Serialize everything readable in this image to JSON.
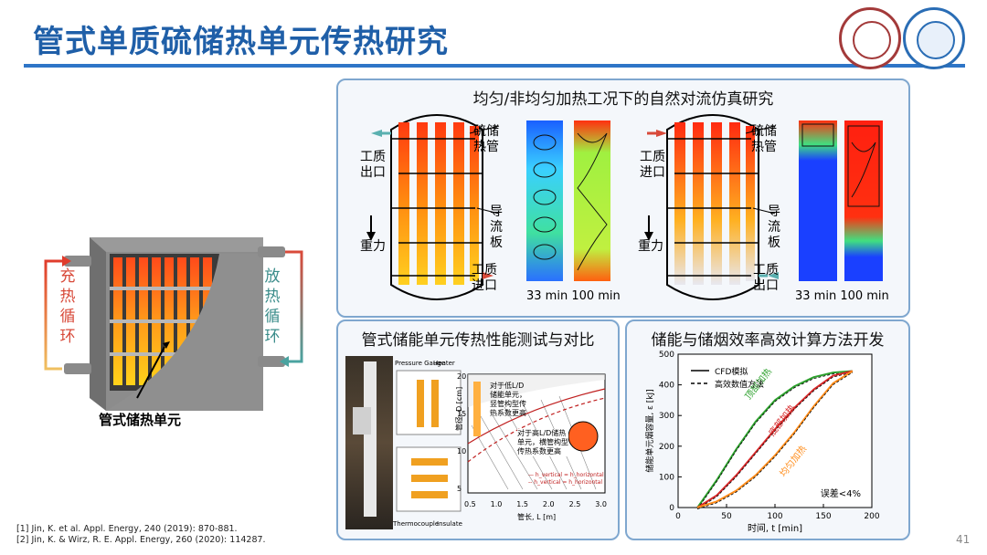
{
  "header": {
    "title": "管式单质硫储热单元传热研究"
  },
  "logos": {
    "left": "peking-university-seal",
    "right": "huazhong-university-logo"
  },
  "device": {
    "charge_label": [
      "充",
      "热",
      "循",
      "环"
    ],
    "discharge_label": [
      "放",
      "热",
      "循",
      "环"
    ],
    "caption": "管式储热单元"
  },
  "panel_sim": {
    "title": "均匀/非均匀加热工况下的自然对流仿真研究",
    "left": {
      "tube": "硫储\n热管",
      "outlet": "工质\n出口",
      "gravity": "重力",
      "baffle": "导\n流\n板",
      "inlet": "工质\n进口",
      "times": "33 min 100 min"
    },
    "right": {
      "tube": "硫储\n热管",
      "inlet": "工质\n进口",
      "gravity": "重力",
      "baffle": "导\n流\n板",
      "outlet": "工质\n出口",
      "times": "33 min 100 min"
    }
  },
  "panel_test": {
    "title": "管式储能单元传热性能测试与对比",
    "pressure_gauge": "Pressure Gauge",
    "heater": "Heater",
    "thermocouple": "Thermocouple",
    "insulate": "Insulate",
    "note1": "对于低L/D\n储能单元，\n竖管构型传\n热系数更高",
    "note2": "对于高L/D储热\n单元，横管构型\n传热系数更高",
    "ylabel": "管径, D [cm]",
    "xlabel": "管长, L [m]",
    "x_ticks": [
      "0.5",
      "1.0",
      "1.5",
      "2.0",
      "2.5",
      "3.0"
    ],
    "y_ticks": [
      "5",
      "10",
      "15",
      "20"
    ],
    "legend": [
      "— h_vertical = h_horizontal",
      "-- h_vertical = h_horizontal"
    ]
  },
  "chart_data": {
    "type": "line",
    "title": "储能与储烟效率高效计算方法开发",
    "xlabel": "时间, t [min]",
    "ylabel": "储能单元烟容量, ε [kJ]",
    "xlim": [
      0,
      200
    ],
    "ylim": [
      0,
      500
    ],
    "x_ticks": [
      "0",
      "50",
      "100",
      "150",
      "200"
    ],
    "y_ticks": [
      "0",
      "100",
      "200",
      "300",
      "400",
      "500"
    ],
    "legend": [
      "CFD模拟",
      "高效数值方法"
    ],
    "legend_position": "top-left",
    "annotation": "误差<4%",
    "series": [
      {
        "label": "顶部加热",
        "color": "#2ca02c",
        "x": [
          20,
          40,
          60,
          80,
          100,
          120,
          140,
          160,
          180
        ],
        "y": [
          0,
          90,
          190,
          280,
          350,
          395,
          425,
          440,
          445
        ]
      },
      {
        "label": "底部加热",
        "color": "#d62728",
        "x": [
          20,
          40,
          60,
          80,
          100,
          120,
          140,
          160,
          180
        ],
        "y": [
          0,
          40,
          105,
          180,
          255,
          325,
          385,
          430,
          445
        ]
      },
      {
        "label": "均匀加热",
        "color": "#ff8c1a",
        "x": [
          20,
          40,
          60,
          80,
          100,
          120,
          140,
          160,
          180
        ],
        "y": [
          0,
          20,
          55,
          105,
          170,
          245,
          330,
          405,
          445
        ]
      }
    ]
  },
  "references": [
    "[1] Jin, K. et al. Appl. Energy, 240 (2019): 870-881.",
    "[2] Jin, K. & Wirz, R. E. Appl. Energy, 260 (2020): 114287."
  ],
  "page_number": "41"
}
